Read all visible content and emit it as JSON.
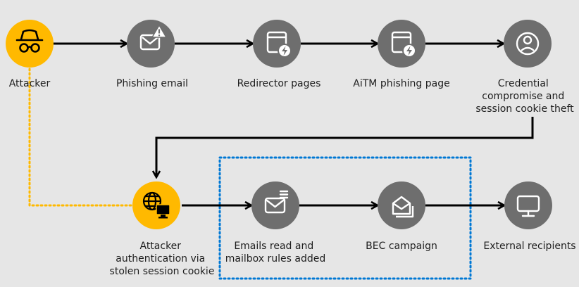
{
  "colors": {
    "background": "#e6e6e6",
    "node_gray": "#6e6e6e",
    "node_yellow": "#ffb900",
    "arrow": "#000000",
    "attacker_link": "#ffb900",
    "group_border": "#0078d4",
    "icon_on_gray": "#ffffff",
    "icon_on_yellow": "#000000"
  },
  "nodes": {
    "attacker": {
      "lines": [
        "Attacker"
      ],
      "icon": "spy-icon"
    },
    "phishing_email": {
      "lines": [
        "Phishing email"
      ],
      "icon": "mail-warning-icon"
    },
    "redirector_pages": {
      "lines": [
        "Redirector pages"
      ],
      "icon": "browser-lightning-icon"
    },
    "aitm_page": {
      "lines": [
        "AiTM phishing page"
      ],
      "icon": "browser-lightning-icon"
    },
    "credential": {
      "lines": [
        "Credential",
        "compromise and",
        "session cookie theft"
      ],
      "icon": "user-circle-icon"
    },
    "attacker_auth": {
      "lines": [
        "Attacker",
        "authentication via",
        "stolen session cookie"
      ],
      "icon": "globe-computer-icon"
    },
    "emails_read": {
      "lines": [
        "Emails read and",
        "mailbox rules added"
      ],
      "icon": "mail-list-icon"
    },
    "bec": {
      "lines": [
        "BEC campaign"
      ],
      "icon": "open-mail-stack-icon"
    },
    "external": {
      "lines": [
        "External recipients"
      ],
      "icon": "monitor-icon"
    }
  }
}
